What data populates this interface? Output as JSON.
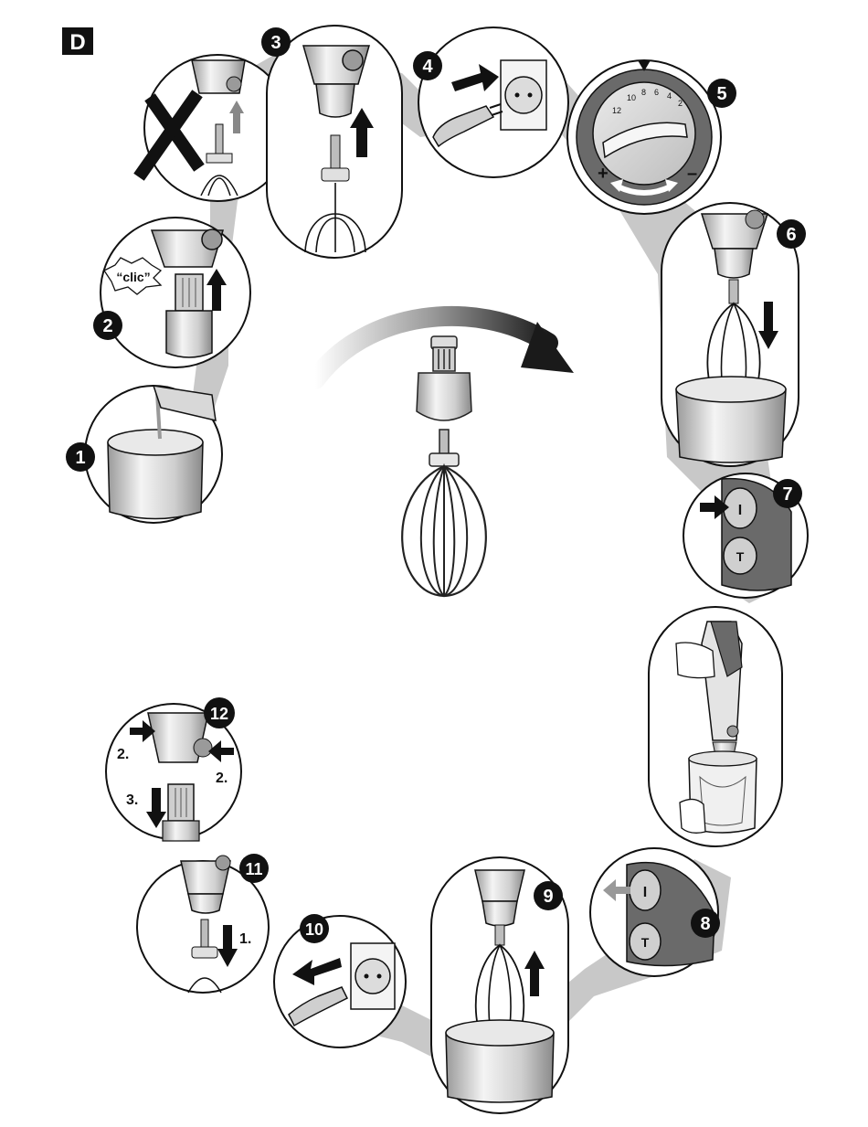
{
  "section_label": "D",
  "steps": [
    {
      "number": "1"
    },
    {
      "number": "2",
      "caption": "“clic”"
    },
    {
      "number": "3"
    },
    {
      "number": "4"
    },
    {
      "number": "5",
      "dial_scale": [
        "12",
        "10",
        "8",
        "6",
        "4",
        "2"
      ],
      "dial_min": "–",
      "dial_max": "+"
    },
    {
      "number": "6"
    },
    {
      "number": "7",
      "button_top": "I",
      "button_bottom": "T"
    },
    {
      "number": "8",
      "button_top": "I",
      "button_bottom": "T"
    },
    {
      "number": "9"
    },
    {
      "number": "10"
    },
    {
      "number": "11",
      "arrow_label": "1."
    },
    {
      "number": "12",
      "arrow_left_label": "2.",
      "arrow_right_label": "2.",
      "arrow_down_label": "3."
    }
  ],
  "colors": {
    "ink": "#111111",
    "panel_bg": "#ffffff",
    "shadow": "#c8c8c8",
    "metal_light": "#f2f2f2",
    "metal_mid": "#cfcfcf",
    "metal_dark": "#8a8a8a",
    "badge_bg": "#111111",
    "badge_fg": "#ffffff",
    "device_dark": "#6a6a6a"
  }
}
